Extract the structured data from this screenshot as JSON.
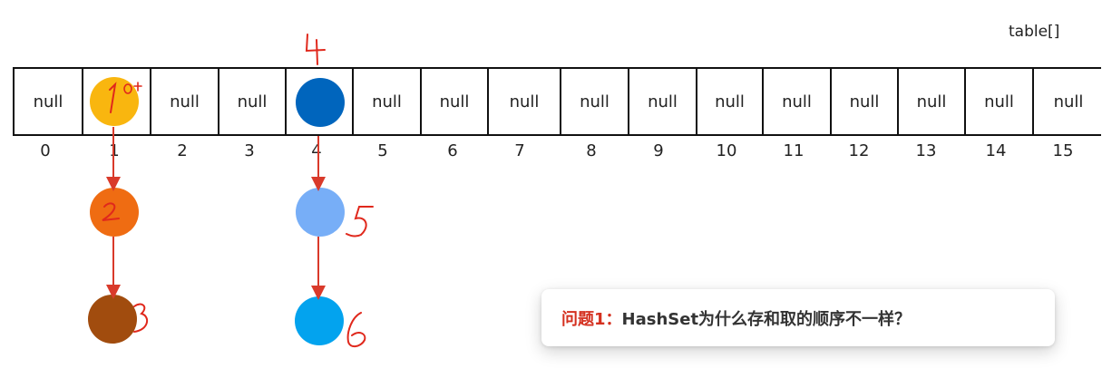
{
  "table_label": "table[]",
  "slot_texts": [
    "null",
    "",
    "null",
    "null",
    "",
    "null",
    "null",
    "null",
    "null",
    "null",
    "null",
    "null",
    "null",
    "null",
    "null",
    "null"
  ],
  "indices": [
    "0",
    "1",
    "2",
    "3",
    "4",
    "5",
    "6",
    "7",
    "8",
    "9",
    "10",
    "11",
    "12",
    "13",
    "14",
    "15"
  ],
  "handwritten_marks": [
    "1",
    "0",
    "2",
    "3",
    "4",
    "5",
    "6"
  ],
  "colors": {
    "node_1": "#f9b60f",
    "node_2": "#ef6c12",
    "node_3": "#a14c0e",
    "node_4": "#0065bd",
    "node_5": "#77aef7",
    "node_6": "#03a3ee",
    "arrow": "#d93a2b",
    "ink": "#e0281c"
  },
  "question": {
    "prefix": "问题1：",
    "text": "HashSet为什么存和取的顺序不一样？"
  }
}
